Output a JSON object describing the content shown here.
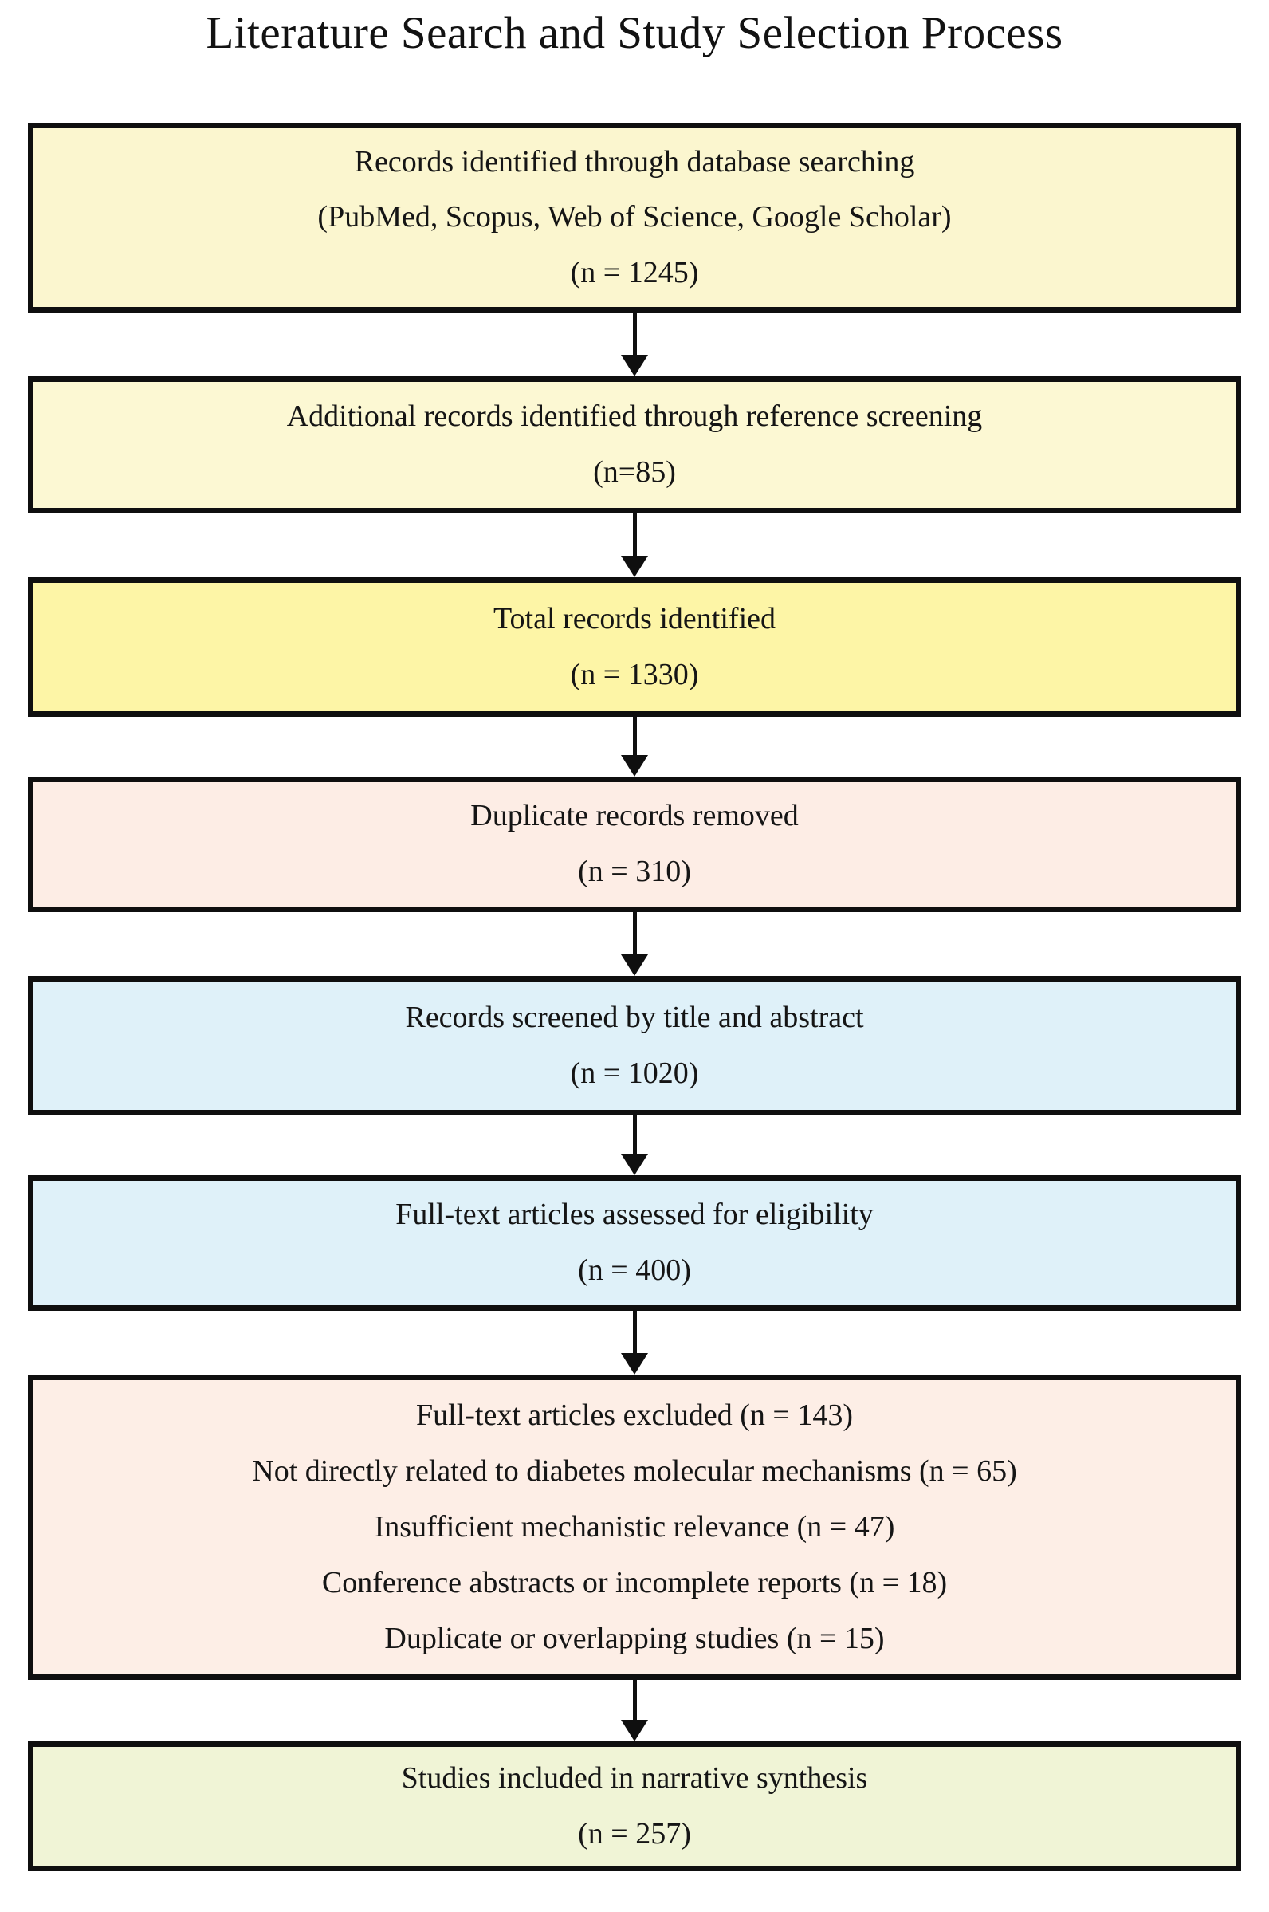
{
  "title": "Literature Search and Study Selection Process",
  "flow": {
    "boxes": [
      {
        "name": "records-identified-database-box",
        "fill": "#FBF6CF",
        "lines": [
          "Records identified through database searching",
          "(PubMed, Scopus, Web of Science, Google Scholar)",
          "(n = 1245)"
        ]
      },
      {
        "name": "additional-records-reference-box",
        "fill": "#FCF8D3",
        "lines": [
          "Additional records identified through reference screening",
          "(n=85)"
        ]
      },
      {
        "name": "total-records-identified-box",
        "fill": "#FDF5A6",
        "lines": [
          "Total records identified",
          "(n = 1330)"
        ]
      },
      {
        "name": "duplicate-records-removed-box",
        "fill": "#FDEDE5",
        "lines": [
          "Duplicate records removed",
          "(n = 310)"
        ]
      },
      {
        "name": "records-screened-box",
        "fill": "#DFF1F9",
        "lines": [
          "Records screened by title and abstract",
          "(n = 1020)"
        ]
      },
      {
        "name": "fulltext-assessed-box",
        "fill": "#DFF1F9",
        "lines": [
          "Full-text articles assessed for eligibility",
          "(n = 400)"
        ]
      },
      {
        "name": "fulltext-excluded-box",
        "fill": "#FDEEE6",
        "lines": [
          "Full-text articles excluded (n = 143)",
          "Not directly related to diabetes molecular mechanisms (n = 65)",
          "Insufficient mechanistic relevance (n = 47)",
          "Conference abstracts or incomplete reports (n = 18)",
          "Duplicate or overlapping studies (n = 15)"
        ]
      },
      {
        "name": "studies-included-box",
        "fill": "#F0F4D6",
        "lines": [
          "Studies included in narrative synthesis",
          "(n = 257)"
        ]
      }
    ]
  }
}
